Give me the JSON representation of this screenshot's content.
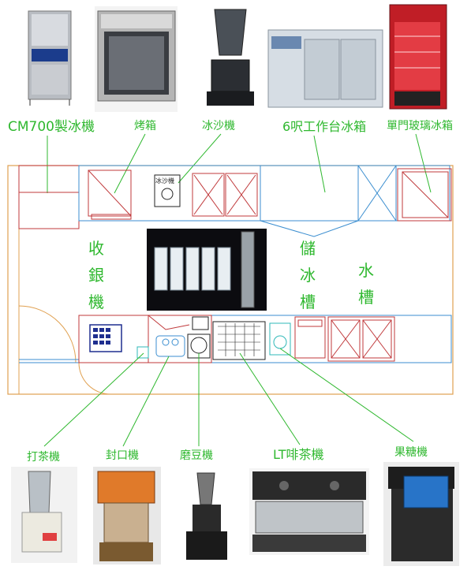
{
  "labels": {
    "ice_maker": "CM700製冰機",
    "oven": "烤箱",
    "blender": "冰沙機",
    "workbench_fridge": "6呎工作台冰箱",
    "glass_fridge": "單門玻璃冰箱",
    "cashier": [
      "收",
      "銀",
      "機"
    ],
    "ice_storage": [
      "儲",
      "冰",
      "槽"
    ],
    "sink": [
      "水",
      "槽"
    ],
    "tea_shaker": "打茶機",
    "sealer": "封口機",
    "grinder": "磨豆機",
    "coffee_machine": "LT啡茶機",
    "fructose": "果糖機",
    "small_label": "冰沙機"
  },
  "colors": {
    "label": "#2fb82f",
    "counter_red": "#c0393b",
    "counter_blue": "#3b8ed0",
    "outline_orange": "#e0a050",
    "navy": "#1f2f8f"
  }
}
